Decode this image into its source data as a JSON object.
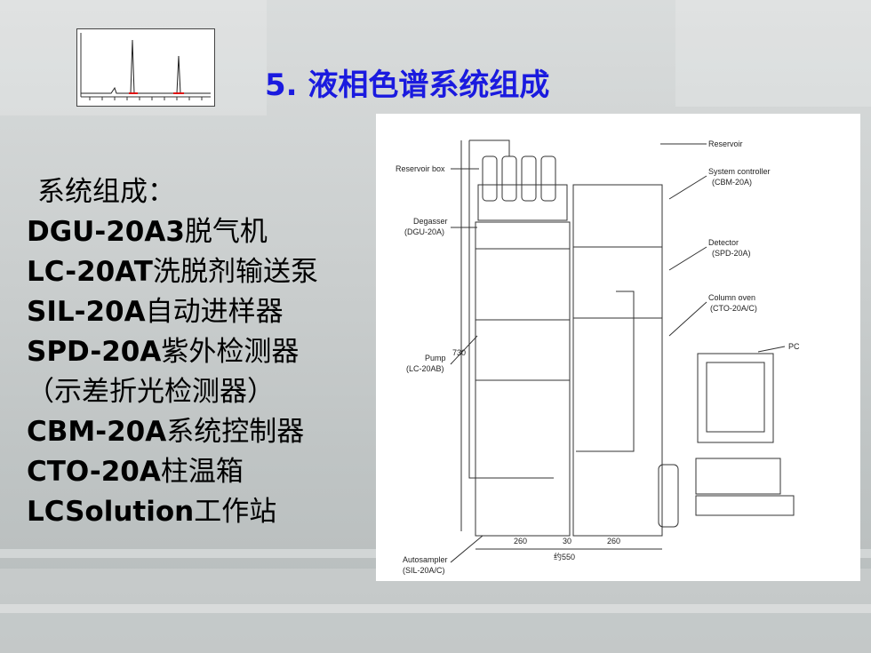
{
  "slide": {
    "title": "5. 液相色谱系统组成",
    "items": [
      {
        "code": "",
        "text": "系统组成："
      },
      {
        "code": "DGU-20A3",
        "text": "脱气机"
      },
      {
        "code": "LC-20AT",
        "text": "洗脱剂输送泵"
      },
      {
        "code": "SIL-20A",
        "text": "自动进样器"
      },
      {
        "code": "SPD-20A",
        "text": "紫外检测器"
      },
      {
        "code": "",
        "text": "（示差折光检测器）"
      },
      {
        "code": "CBM-20A",
        "text": "系统控制器"
      },
      {
        "code": "CTO-20A",
        "text": "柱温箱"
      },
      {
        "code": "LCSolution",
        "text": "工作站"
      }
    ]
  },
  "diagram": {
    "labels": {
      "reservoir": "Reservoir",
      "reservoir_box": "Reservoir box",
      "system_controller": "System controller",
      "system_controller_model": "(CBM-20A)",
      "degasser": "Degasser",
      "degasser_model": "(DGU-20A)",
      "detector": "Detector",
      "detector_model": "(SPD-20A)",
      "column_oven": "Column oven",
      "column_oven_model": "(CTO-20A/C)",
      "pc": "PC",
      "pump": "Pump",
      "pump_model": "(LC-20AB)",
      "height": "730",
      "width_left": "260",
      "gap": "30",
      "width_right": "260",
      "total_width": "约550",
      "autosampler": "Autosampler",
      "autosampler_model": "(SIL-20A/C)"
    }
  },
  "colors": {
    "title": "#1a1adf",
    "text": "#000000",
    "peak_mark": "#e01010"
  }
}
